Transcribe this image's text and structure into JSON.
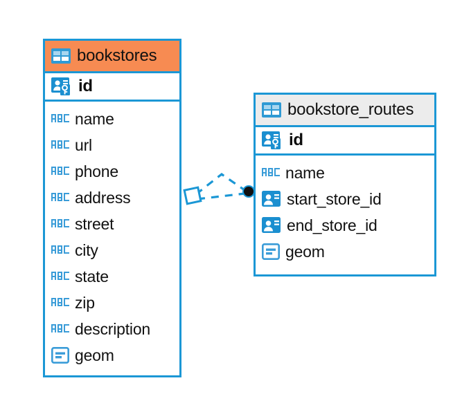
{
  "diagram": {
    "type": "entity-relationship-diagram",
    "background_color": "#ffffff",
    "accent_color": "#1b97d5",
    "highlight_color": "#f78b52"
  },
  "tables": [
    {
      "name": "bookstores",
      "header_icon": "table-icon",
      "header_style": "orange",
      "primary_key": {
        "label": "id",
        "icon": "primary-key-icon"
      },
      "fields": [
        {
          "label": "name",
          "icon": "abc-text-icon"
        },
        {
          "label": "url",
          "icon": "abc-text-icon"
        },
        {
          "label": "phone",
          "icon": "abc-text-icon"
        },
        {
          "label": "address",
          "icon": "abc-text-icon"
        },
        {
          "label": "street",
          "icon": "abc-text-icon"
        },
        {
          "label": "city",
          "icon": "abc-text-icon"
        },
        {
          "label": "state",
          "icon": "abc-text-icon"
        },
        {
          "label": "zip",
          "icon": "abc-text-icon"
        },
        {
          "label": "description",
          "icon": "abc-text-icon"
        },
        {
          "label": "geom",
          "icon": "geometry-icon"
        }
      ]
    },
    {
      "name": "bookstore_routes",
      "header_icon": "table-icon",
      "header_style": "gray",
      "primary_key": {
        "label": "id",
        "icon": "primary-key-icon"
      },
      "fields": [
        {
          "label": "name",
          "icon": "abc-text-icon"
        },
        {
          "label": "start_store_id",
          "icon": "foreign-key-icon"
        },
        {
          "label": "end_store_id",
          "icon": "foreign-key-icon"
        },
        {
          "label": "geom",
          "icon": "geometry-icon"
        }
      ]
    }
  ],
  "relationship": {
    "from_table": "bookstores",
    "to_table": "bookstore_routes",
    "from_endpoint": "diamond-marker",
    "to_endpoint": "filled-circle-marker",
    "line_style": "dashed",
    "line_color": "#1b97d5"
  }
}
